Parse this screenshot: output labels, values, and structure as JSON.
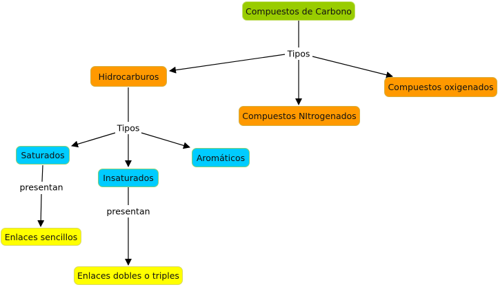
{
  "diagram": {
    "type": "concept-map",
    "nodes": {
      "root": {
        "label": "Compuestos de Carbono",
        "color": "#99cc00"
      },
      "hidrocarburos": {
        "label": "Hidrocarburos",
        "color": "#ff9900"
      },
      "nitrogenados": {
        "label": "Compuestos NItrogenados",
        "color": "#ff9900"
      },
      "oxigenados": {
        "label": "Compuestos oxigenados",
        "color": "#ff9900"
      },
      "saturados": {
        "label": "Saturados",
        "color": "#00ccff"
      },
      "insaturados": {
        "label": "Insaturados",
        "color": "#00ccff"
      },
      "aromaticos": {
        "label": "Aromáticos",
        "color": "#00ccff"
      },
      "sencillos": {
        "label": "Enlaces sencillos",
        "color": "#ffff00"
      },
      "dobles": {
        "label": "Enlaces dobles o triples",
        "color": "#ffff00"
      }
    },
    "links": {
      "tipos1": "Tipos",
      "tipos2": "Tipos",
      "presentan1": "presentan",
      "presentan2": "presentan"
    },
    "edges": [
      {
        "from": "root",
        "via": "tipos1",
        "to": [
          "hidrocarburos",
          "nitrogenados",
          "oxigenados"
        ]
      },
      {
        "from": "hidrocarburos",
        "via": "tipos2",
        "to": [
          "saturados",
          "insaturados",
          "aromaticos"
        ]
      },
      {
        "from": "saturados",
        "via": "presentan1",
        "to": [
          "sencillos"
        ]
      },
      {
        "from": "insaturados",
        "via": "presentan2",
        "to": [
          "dobles"
        ]
      }
    ]
  }
}
